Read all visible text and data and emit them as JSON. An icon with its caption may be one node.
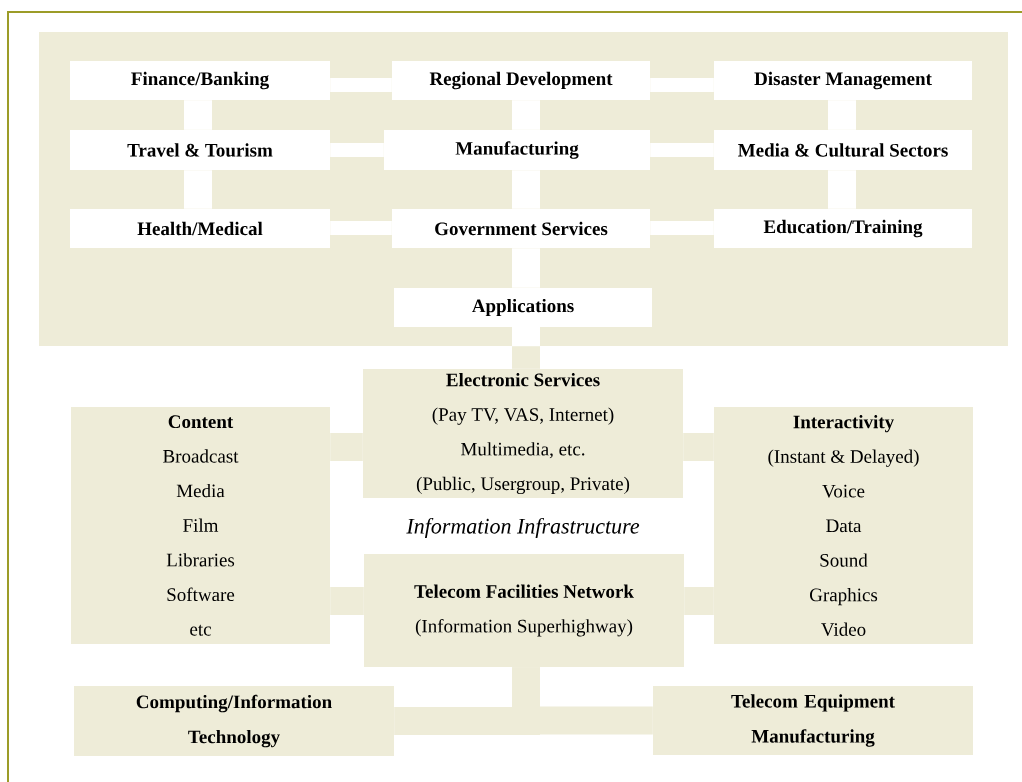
{
  "diagram": {
    "nodes": [
      {
        "text": [],
        "shape": "box"
      },
      {
        "text": [
          "Finance/Banking"
        ],
        "in": 0
      },
      {
        "text": [
          "Regional Development"
        ],
        "in": 0
      },
      {
        "text": [
          "Disaster Management"
        ],
        "in": 0
      },
      {
        "text": [
          "Travel & Tourism"
        ],
        "in": 0
      },
      {
        "text": [
          "Manufacturing"
        ],
        "in": 0
      },
      {
        "text": [
          "Media & Cultural Sectors"
        ],
        "in": 0
      },
      {
        "text": [
          "Health/Medical"
        ],
        "in": 0
      },
      {
        "text": [
          "Government Services"
        ],
        "in": 0
      },
      {
        "text": [
          "Education/Training"
        ],
        "in": 0
      },
      {
        "text": [
          "Applications"
        ],
        "in": 0
      },
      {
        "text": [
          "Electronic Services",
          "(Pay TV, VAS, Internet)",
          "Multimedia, etc.",
          "(Public, Usergroup, Private)"
        ]
      },
      {
        "text": [
          "Content",
          "Broadcast",
          "Media",
          "Film",
          "Libraries",
          "Software",
          "etc"
        ]
      },
      {
        "text": [
          "Interactivity",
          "(Instant & Delayed)",
          "Voice",
          "Data",
          "Sound",
          "Graphics",
          "Video"
        ]
      },
      {
        "text": [
          "Telecom Facilities Network",
          "(Information Superhighway)"
        ]
      },
      {
        "text": [
          "Computing/Information Technology"
        ]
      },
      {
        "text": [
          "Telecom Equipment Manufacturing"
        ]
      }
    ],
    "edges": [
      {
        "from": 1,
        "to": 2,
        "arrow": "none"
      },
      {
        "from": 2,
        "to": 3,
        "arrow": "none"
      },
      {
        "from": 1,
        "to": 4,
        "arrow": "none"
      },
      {
        "from": 2,
        "to": 5,
        "arrow": "none"
      },
      {
        "from": 3,
        "to": 6,
        "arrow": "none"
      },
      {
        "from": 4,
        "to": 5,
        "arrow": "none"
      },
      {
        "from": 5,
        "to": 6,
        "arrow": "none"
      },
      {
        "from": 4,
        "to": 7,
        "arrow": "none"
      },
      {
        "from": 5,
        "to": 8,
        "arrow": "none"
      },
      {
        "from": 6,
        "to": 9,
        "arrow": "none"
      },
      {
        "from": 7,
        "to": 8,
        "arrow": "none"
      },
      {
        "from": 8,
        "to": 9,
        "arrow": "none"
      },
      {
        "from": 8,
        "to": 10,
        "arrow": "none"
      },
      {
        "from": 0,
        "to": 11,
        "arrow": "none",
        "color": "#eeecd8"
      },
      {
        "from": 12,
        "to": 11,
        "arrow": "none",
        "color": "#eeecd8"
      },
      {
        "from": 11,
        "to": 13,
        "arrow": "none",
        "color": "#eeecd8"
      },
      {
        "from": 12,
        "to": 14,
        "arrow": "none",
        "color": "#eeecd8"
      },
      {
        "from": 14,
        "to": 13,
        "arrow": "none",
        "color": "#eeecd8"
      },
      {
        "from": 14,
        "to": 15,
        "arrow": "none",
        "color": "#eeecd8"
      },
      {
        "from": 14,
        "to": 16,
        "arrow": "none",
        "color": "#eeecd8"
      }
    ],
    "labels": [
      "Information Infrastructure"
    ]
  }
}
